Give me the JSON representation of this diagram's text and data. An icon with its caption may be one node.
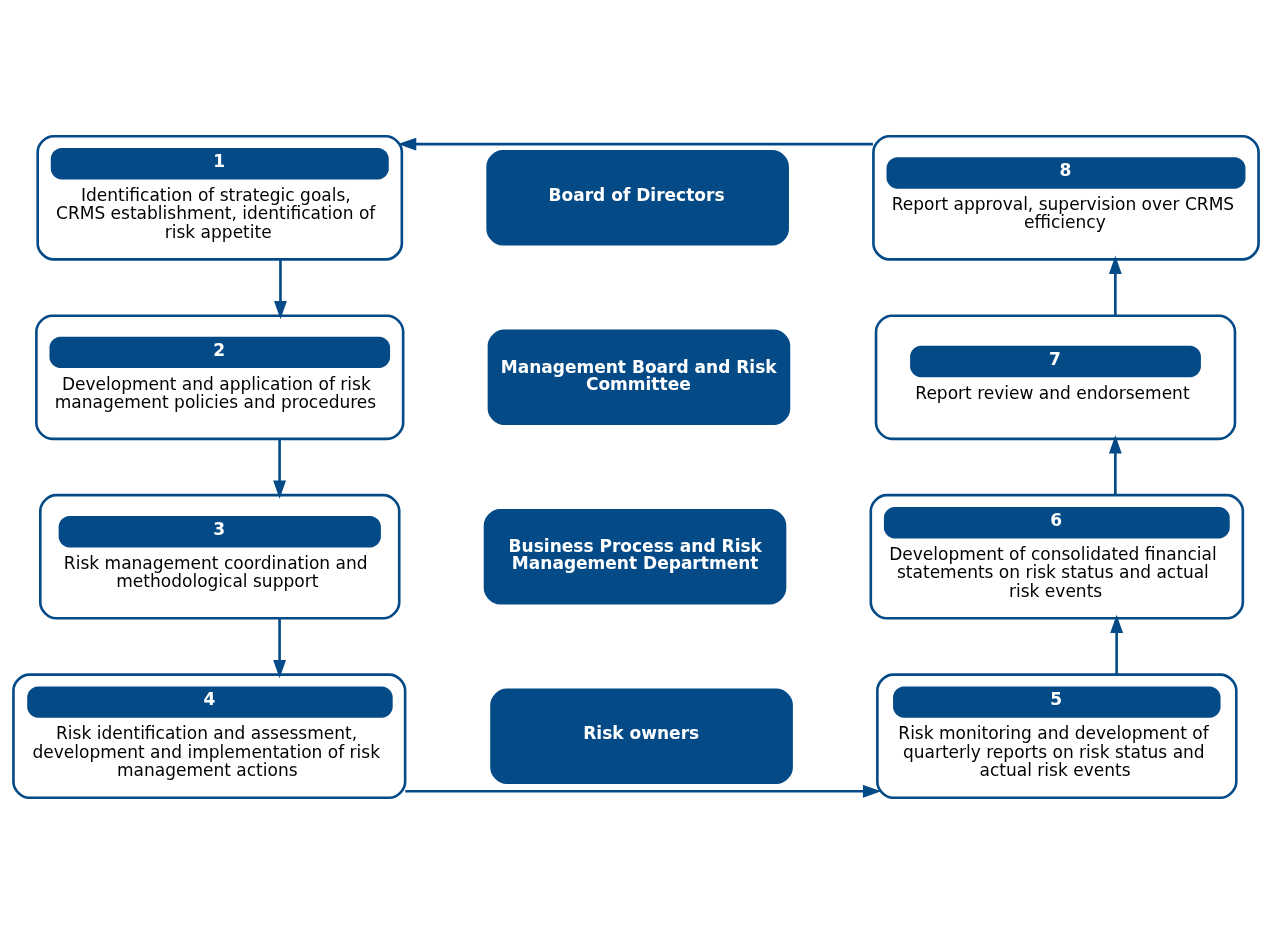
{
  "diagram": {
    "nodes": [
      {
        "text": [
          "1",
          "Identification of strategic goals, CRMS establishment, identification of risk appetite"
        ]
      },
      {
        "text": [
          "Board of Directors"
        ]
      },
      {
        "text": [
          "8",
          "Report approval, supervision over CRMS efficiency"
        ]
      },
      {
        "text": [
          "2",
          "Development and application of risk management policies and procedures"
        ]
      },
      {
        "text": [
          "Management Board and Risk Committee"
        ]
      },
      {
        "text": [
          "7",
          "Report review and endorsement"
        ]
      },
      {
        "text": [
          "3",
          "Risk management coordination and methodological support"
        ]
      },
      {
        "text": [
          "Business Process and Risk Management Department"
        ]
      },
      {
        "text": [
          "6",
          "Development of consolidated financial statements on risk status and actual risk events"
        ]
      },
      {
        "text": [
          "4",
          "Risk identification and assessment, development and implementation of risk management actions"
        ]
      },
      {
        "text": [
          "Risk owners"
        ]
      },
      {
        "text": [
          "5",
          "Risk monitoring and development of quarterly reports on risk status and actual risk events"
        ]
      }
    ],
    "edges": [
      {
        "from": 0,
        "to": 3,
        "arrow": "to"
      },
      {
        "from": 3,
        "to": 6,
        "arrow": "to"
      },
      {
        "from": 6,
        "to": 9,
        "arrow": "to"
      },
      {
        "from": 9,
        "to": 11,
        "arrow": "to"
      },
      {
        "from": 11,
        "to": 8,
        "arrow": "to"
      },
      {
        "from": 8,
        "to": 5,
        "arrow": "to"
      },
      {
        "from": 5,
        "to": 2,
        "arrow": "to"
      },
      {
        "from": 2,
        "to": 0,
        "arrow": "to"
      }
    ]
  }
}
